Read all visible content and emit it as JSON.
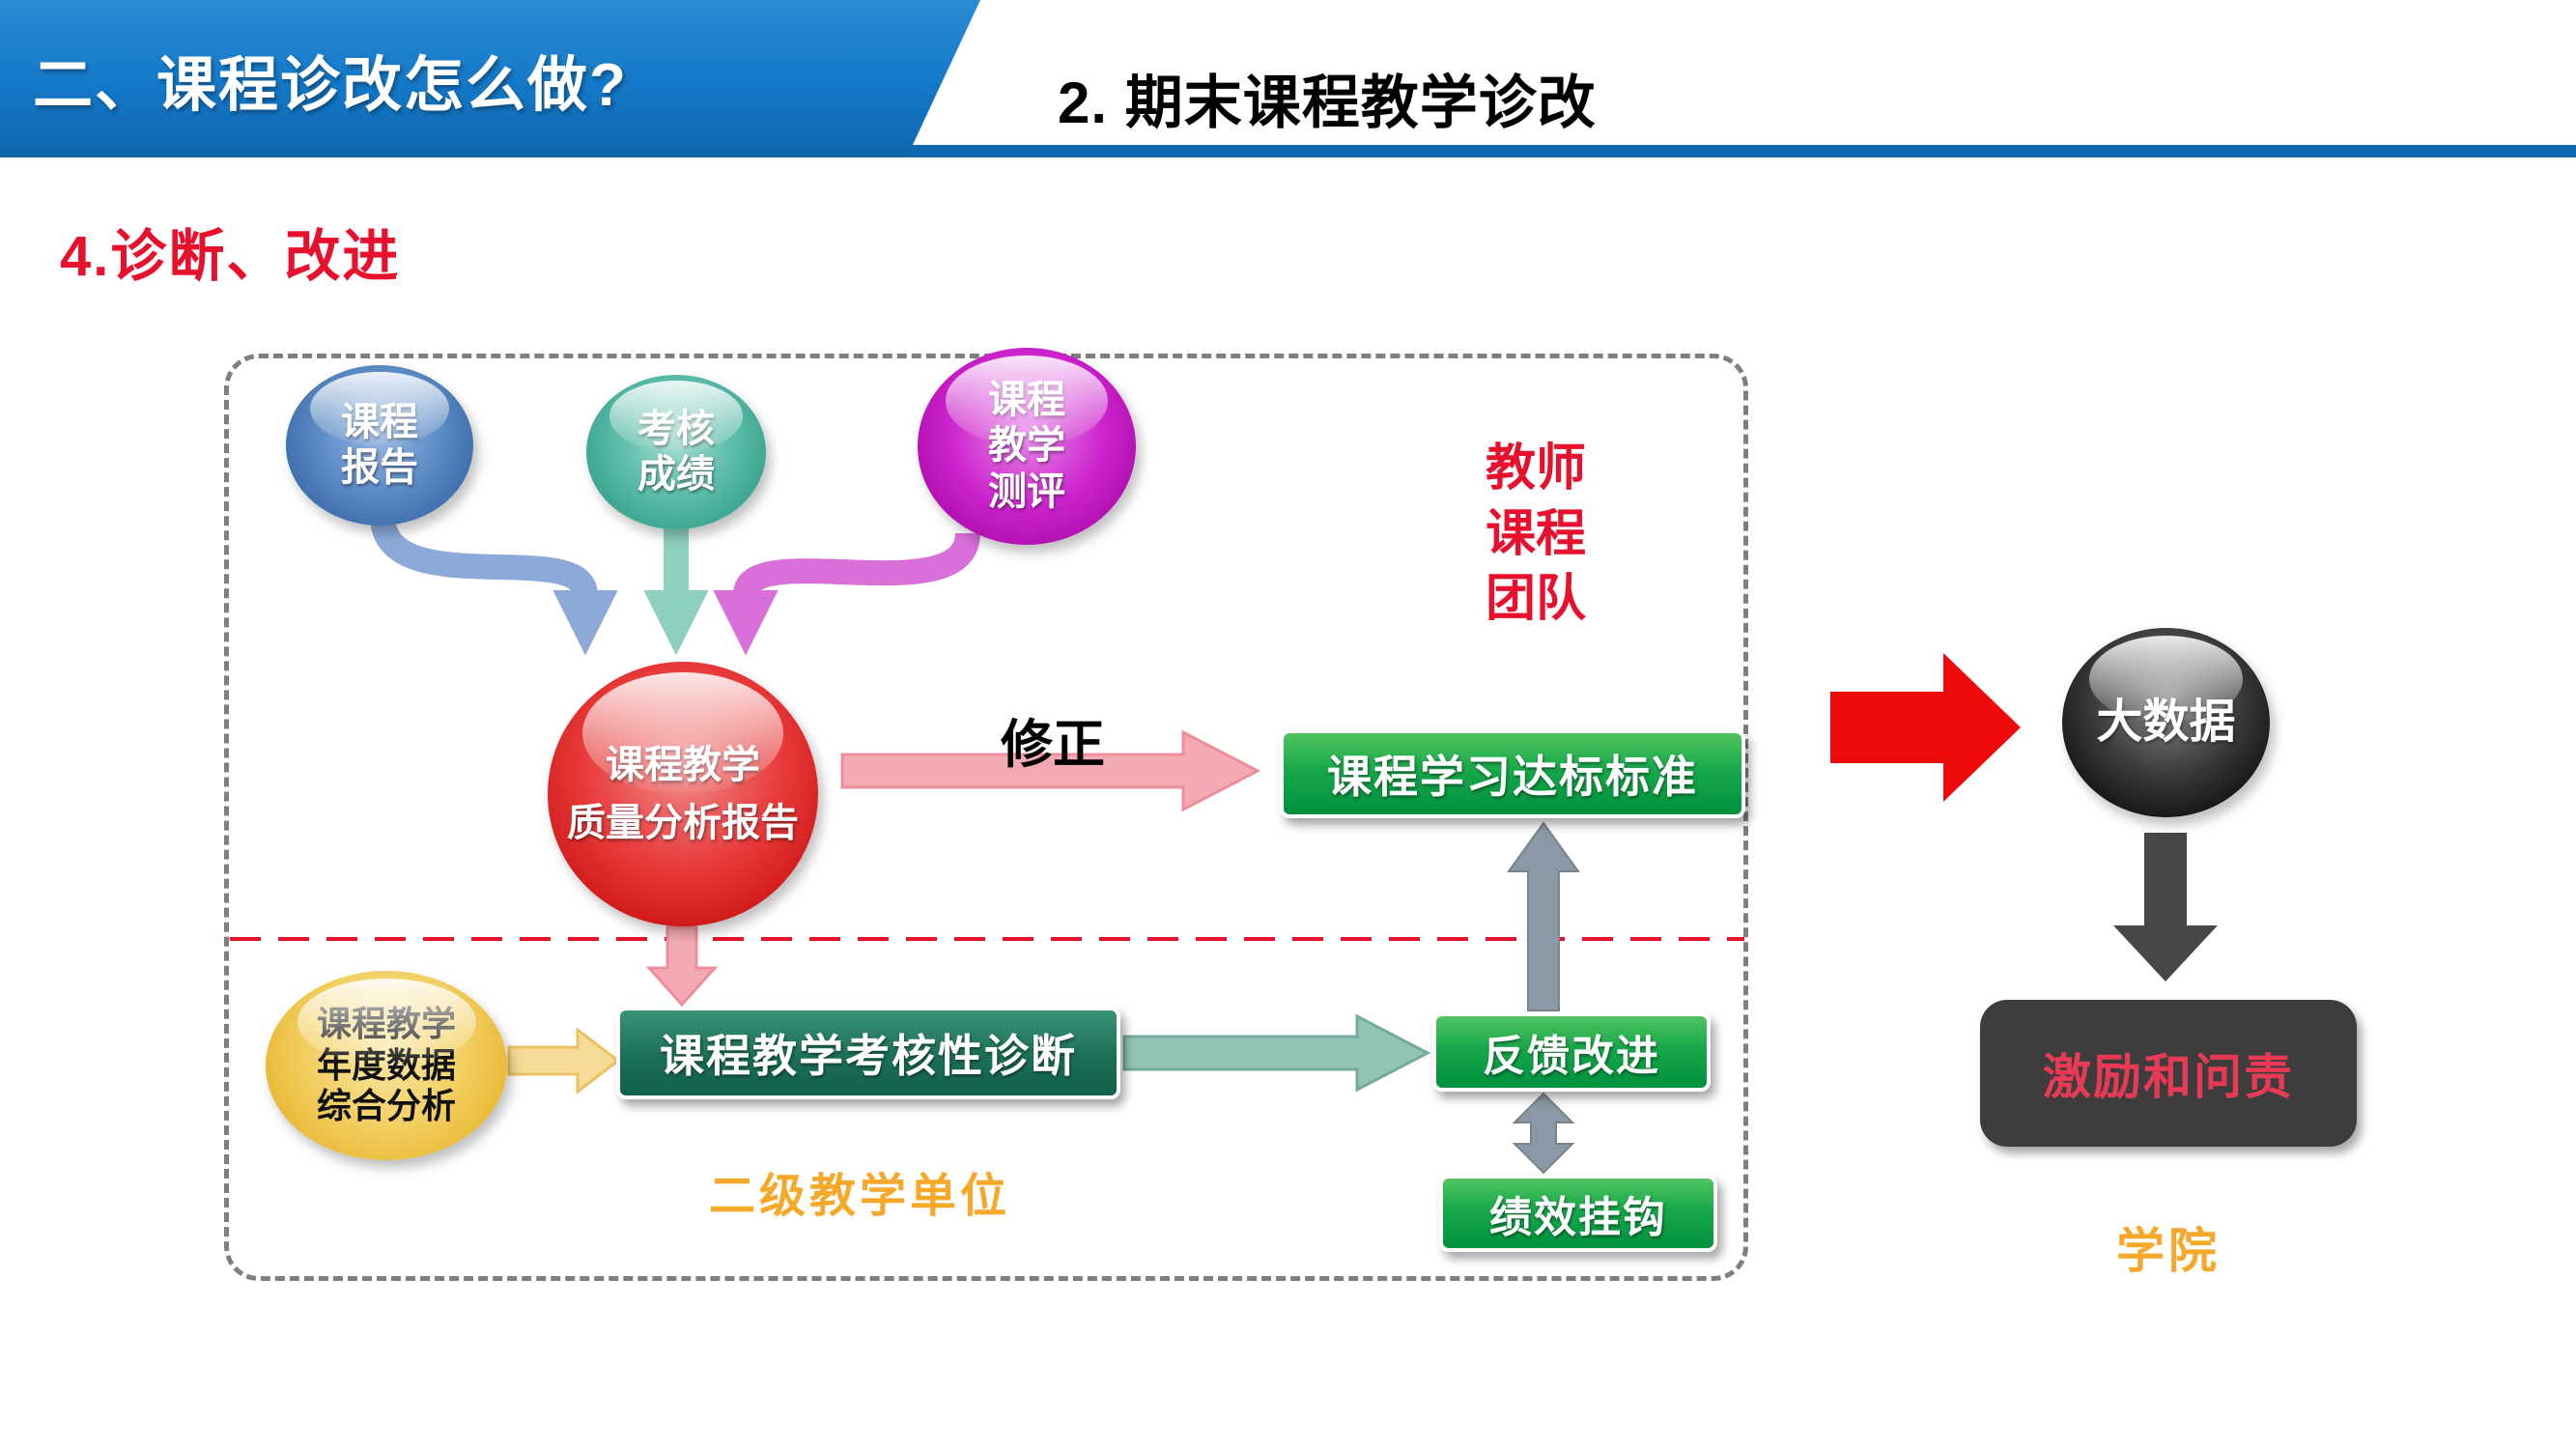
{
  "colors": {
    "banner_blue": "#1478c8",
    "accent_red": "#e8112d",
    "green_box": "#00a650",
    "dark_green_box": "#11604b",
    "gold_label": "#f5a82a",
    "incentive_text": "#e83a55",
    "incentive_box": "#3d3d3d",
    "gray_arrow": "#8b99a6",
    "pink_arrow": "#f4aab2"
  },
  "banner": {
    "title": "二、课程诊改怎么做?"
  },
  "header": {
    "title": "2. 期末课程教学诊改"
  },
  "section_label": "4.诊断、改进",
  "flowchart": {
    "sphere_course_report": "课程\n报告",
    "sphere_assessment_score": "考核\n成绩",
    "sphere_teaching_evaluation": "课程\n教学\n测评",
    "sphere_quality_report": "课程教学\n质量分析报告",
    "sphere_annual_data": "课程教学\n年度数据\n综合分析",
    "label_teacher_course_team": "教师\n课程\n团队",
    "label_correction": "修正",
    "box_attainment_standard": "课程学习达标标准",
    "box_assessment_diagnosis": "课程教学考核性诊断",
    "box_feedback_improvement": "反馈改进",
    "box_performance_link": "绩效挂钩",
    "label_secondary_teaching_unit": "二级教学单位"
  },
  "right_panel": {
    "sphere_big_data": "大数据",
    "box_incentive_accountability": "激励和问责",
    "label_college": "学院"
  }
}
